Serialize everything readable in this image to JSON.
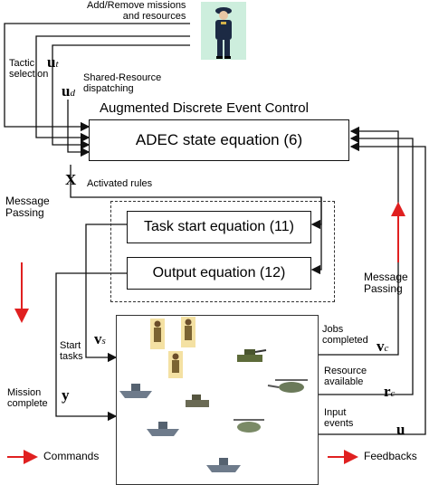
{
  "operator": {
    "label": "Add/Remove missions\nand resources"
  },
  "inputs": {
    "tactic_label": "Tactic\nselection",
    "ut_symbol": "u",
    "ut_sub": "t",
    "shared_label": "Shared-Resource\ndispatching",
    "ud_symbol": "u",
    "ud_sub": "d"
  },
  "adec": {
    "title": "Augmented Discrete Event Control",
    "state_equation": "ADEC state equation (6)",
    "x_symbol": "X",
    "activated_rules": "Activated rules",
    "task_start": "Task start equation (11)",
    "output_equation": "Output equation (12)"
  },
  "message_passing_left": "Message\nPassing",
  "message_passing_right": "Message\nPassing",
  "signals": {
    "start_tasks": "Start\ntasks",
    "vs_symbol": "v",
    "vs_sub": "s",
    "mission_complete": "Mission\ncomplete",
    "y_symbol": "y",
    "jobs_completed": "Jobs\ncompleted",
    "vc_symbol": "v",
    "vc_sub": "c",
    "resource_available": "Resource\navailable",
    "rc_symbol": "r",
    "rc_sub": "c",
    "input_events": "Input\nevents",
    "u_symbol": "u"
  },
  "legend": {
    "commands": "Commands",
    "feedbacks": "Feedbacks",
    "arrow_color": "#e02020"
  },
  "colors": {
    "operator_bg": "#cdeedd",
    "battlefield_border": "#333333",
    "red": "#e02020"
  }
}
